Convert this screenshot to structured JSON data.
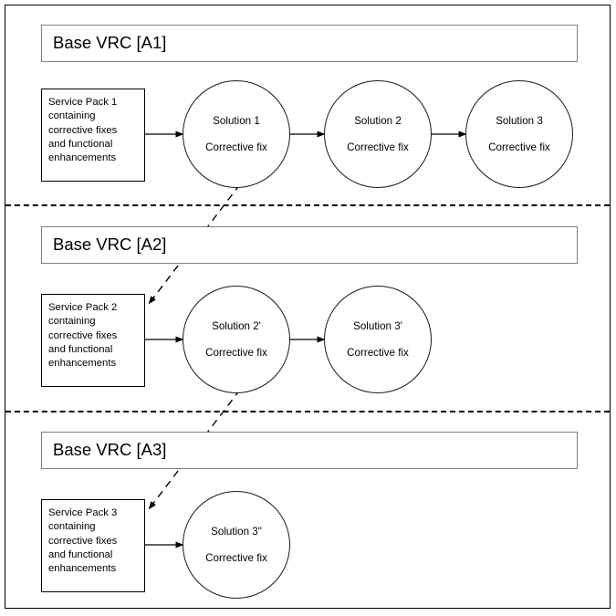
{
  "diagram": {
    "title": "Base VRC service pack / solution propagation diagram",
    "colors": {
      "frame_border": "#000000",
      "band_border": "#7f7f7f",
      "node_border": "#1a1a1a",
      "text": "#000000",
      "background": "#ffffff",
      "dashed_connector": "#000000"
    },
    "service_pack_text_template": "containing\ncorrective fixes\nand functional\nenhancements",
    "bands": [
      {
        "id": "a1",
        "label": "Base VRC [A1]",
        "service_pack": {
          "name": "Service Pack 1",
          "body": "containing\ncorrective fixes\nand functional\nenhancements"
        },
        "nodes": [
          {
            "title": "Solution 1",
            "subtitle": "Corrective fix"
          },
          {
            "title": "Solution 2",
            "subtitle": "Corrective fix"
          },
          {
            "title": "Solution 3",
            "subtitle": "Corrective fix"
          }
        ]
      },
      {
        "id": "a2",
        "label": "Base VRC [A2]",
        "service_pack": {
          "name": "Service Pack 2",
          "body": "containing\ncorrective fixes\nand functional\nenhancements"
        },
        "nodes": [
          {
            "title": "Solution 2'",
            "subtitle": "Corrective fix"
          },
          {
            "title": "Solution 3'",
            "subtitle": "Corrective fix"
          }
        ]
      },
      {
        "id": "a3",
        "label": "Base VRC [A3]",
        "service_pack": {
          "name": "Service Pack 3",
          "body": "containing\ncorrective fixes\nand functional\nenhancements"
        },
        "nodes": [
          {
            "title": "Solution 3\"",
            "subtitle": "Corrective fix"
          }
        ]
      }
    ],
    "connectors": {
      "solid_arrows": [
        {
          "from": "service-pack-1",
          "to": "solution-1"
        },
        {
          "from": "solution-1",
          "to": "solution-2"
        },
        {
          "from": "solution-2",
          "to": "solution-3"
        },
        {
          "from": "service-pack-2",
          "to": "solution-2-prime"
        },
        {
          "from": "solution-2-prime",
          "to": "solution-3-prime"
        },
        {
          "from": "service-pack-3",
          "to": "solution-3-double-prime"
        }
      ],
      "dashed_arrows": [
        {
          "from": "solution-1",
          "to": "service-pack-2"
        },
        {
          "from": "solution-2-prime",
          "to": "service-pack-3"
        }
      ]
    }
  }
}
